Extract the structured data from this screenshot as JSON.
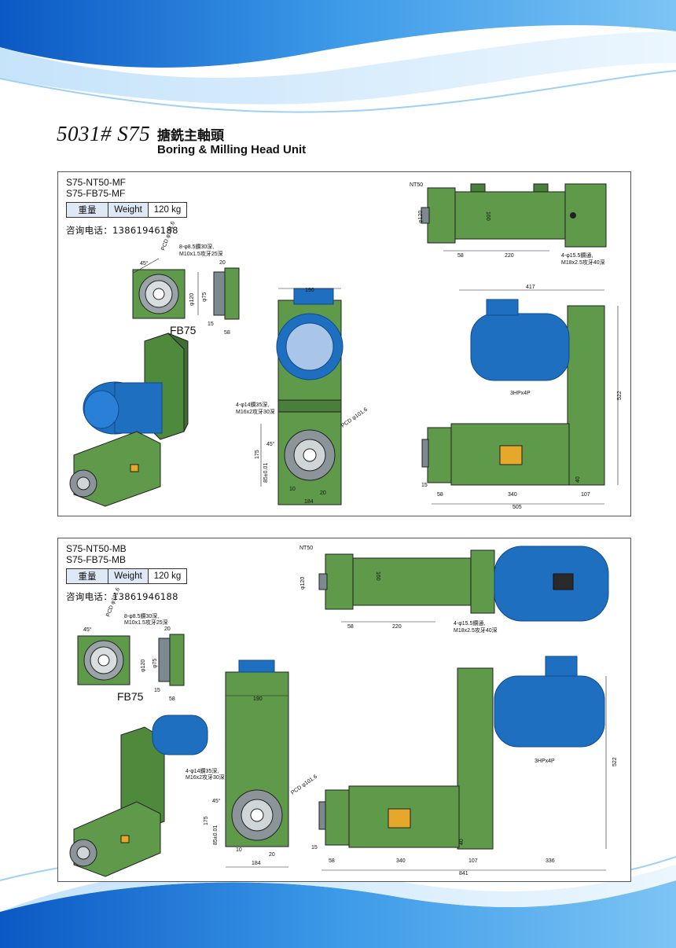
{
  "header": {
    "model": "5031# S75",
    "title_cn": "搪銑主軸頭",
    "title_en": "Boring & Milling Head Unit"
  },
  "panels": [
    {
      "models": [
        "S75-NT50-MF",
        "S75-FB75-MF"
      ],
      "weight": {
        "label_cn": "重量",
        "label_en": "Weight",
        "value": "120 kg"
      },
      "phone": "咨询电话：13861946188",
      "flange_label": "FB75",
      "notes": {
        "nt50": "NT50",
        "bolt_holes": "8-φ8.5鑽30深,",
        "bolt_thread": "M10x1.5攻牙25深",
        "pcd_small": "PCD φ101.6",
        "side_holes": "4-φ15.5鑽通,",
        "side_thread": "M18x2.5攻牙40深",
        "front_holes": "4-φ14鑽35深,",
        "front_thread": "M16x2攻牙30深",
        "pcd_front": "PCD φ101.6",
        "motor": "3HPx4P"
      },
      "dims": {
        "d120": "φ120",
        "d160": "160",
        "d58": "58",
        "d220": "220",
        "d20": "20",
        "d15": "15",
        "d58b": "58",
        "d45": "45°",
        "d75": "φ75",
        "d190": "190",
        "d175": "175",
        "d85": "85±0.01",
        "d10": "10",
        "d20b": "20",
        "d184": "184",
        "d417": "417",
        "d522": "522",
        "d15b": "15",
        "d58c": "58",
        "d340": "340",
        "d107": "107",
        "d505": "505",
        "d40": "40"
      }
    },
    {
      "models": [
        "S75-NT50-MB",
        "S75-FB75-MB"
      ],
      "weight": {
        "label_cn": "重量",
        "label_en": "Weight",
        "value": "120 kg"
      },
      "phone": "咨询电话：13861946188",
      "flange_label": "FB75",
      "notes": {
        "nt50": "NT50",
        "bolt_holes": "8-φ8.5鑽30深,",
        "bolt_thread": "M10x1.5攻牙25深",
        "pcd_small": "PCD φ101.6",
        "side_holes": "4-φ15.5鑽通,",
        "side_thread": "M18x2.5攻牙40深",
        "front_holes": "4-φ14鑽35深,",
        "front_thread": "M16x2攻牙30深",
        "pcd_front": "PCD φ101.6",
        "motor": "3HPx4P"
      },
      "dims": {
        "d120": "φ120",
        "d160": "160",
        "d58": "58",
        "d220": "220",
        "d20": "20",
        "d15": "15",
        "d58b": "58",
        "d45": "45°",
        "d75": "φ75",
        "d190": "190",
        "d175": "175",
        "d85": "85±0.01",
        "d10": "10",
        "d20b": "20",
        "d184": "184",
        "d522": "522",
        "d15b": "15",
        "d58c": "58",
        "d340": "340",
        "d107": "107",
        "d336": "336",
        "d841": "841",
        "d40": "40"
      }
    }
  ],
  "colors": {
    "body_green": "#5f9a4a",
    "dark_green": "#3f6e33",
    "motor_blue": "#1f6fc0",
    "motor_dark": "#0e4a8c",
    "wave_blue": "#3a8ee0",
    "label_yellow": "#e6a82a"
  }
}
